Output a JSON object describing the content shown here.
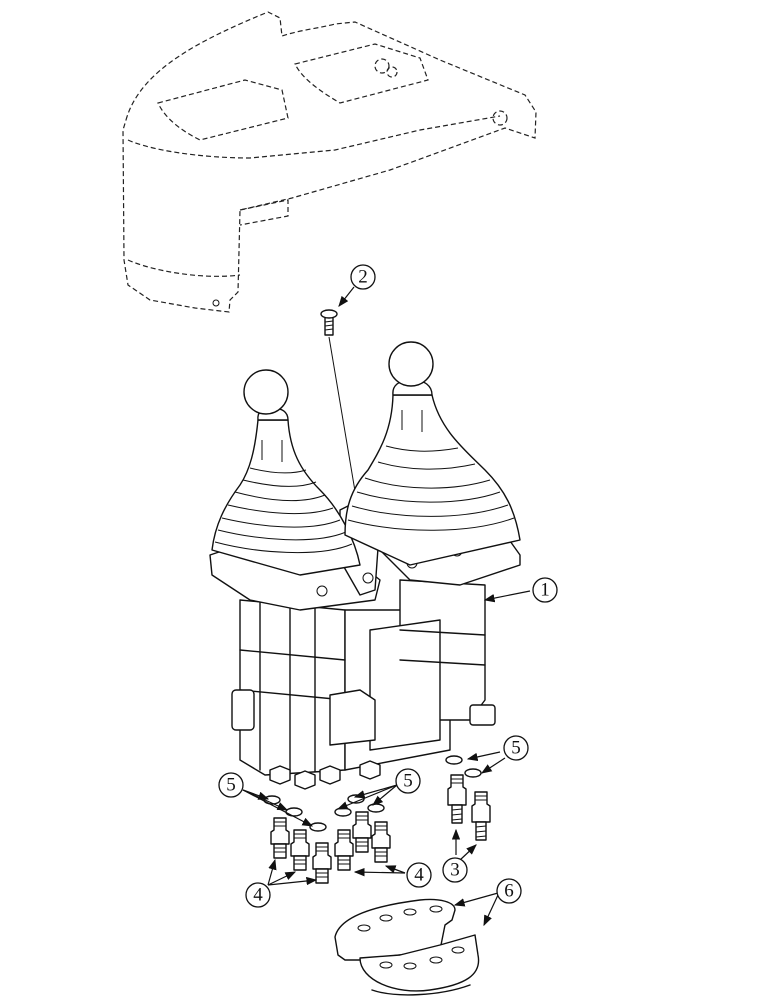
{
  "diagram": {
    "type": "exploded-parts-diagram",
    "subject": "Joystick control valve assembly with cover",
    "callouts": [
      {
        "id": "1",
        "label": "1",
        "part": "joystick-valve-assembly"
      },
      {
        "id": "2",
        "label": "2",
        "part": "mounting-screw"
      },
      {
        "id": "3",
        "label": "3",
        "part": "elbow-fittings"
      },
      {
        "id": "4a",
        "label": "4",
        "part": "straight-fittings-left"
      },
      {
        "id": "4b",
        "label": "4",
        "part": "straight-fittings-right"
      },
      {
        "id": "5a",
        "label": "5",
        "part": "o-rings-left"
      },
      {
        "id": "5b",
        "label": "5",
        "part": "o-rings-center"
      },
      {
        "id": "5c",
        "label": "5",
        "part": "o-rings-right"
      },
      {
        "id": "6",
        "label": "6",
        "part": "grommet-halves"
      }
    ],
    "line_color": "#111111",
    "background": "#ffffff"
  }
}
